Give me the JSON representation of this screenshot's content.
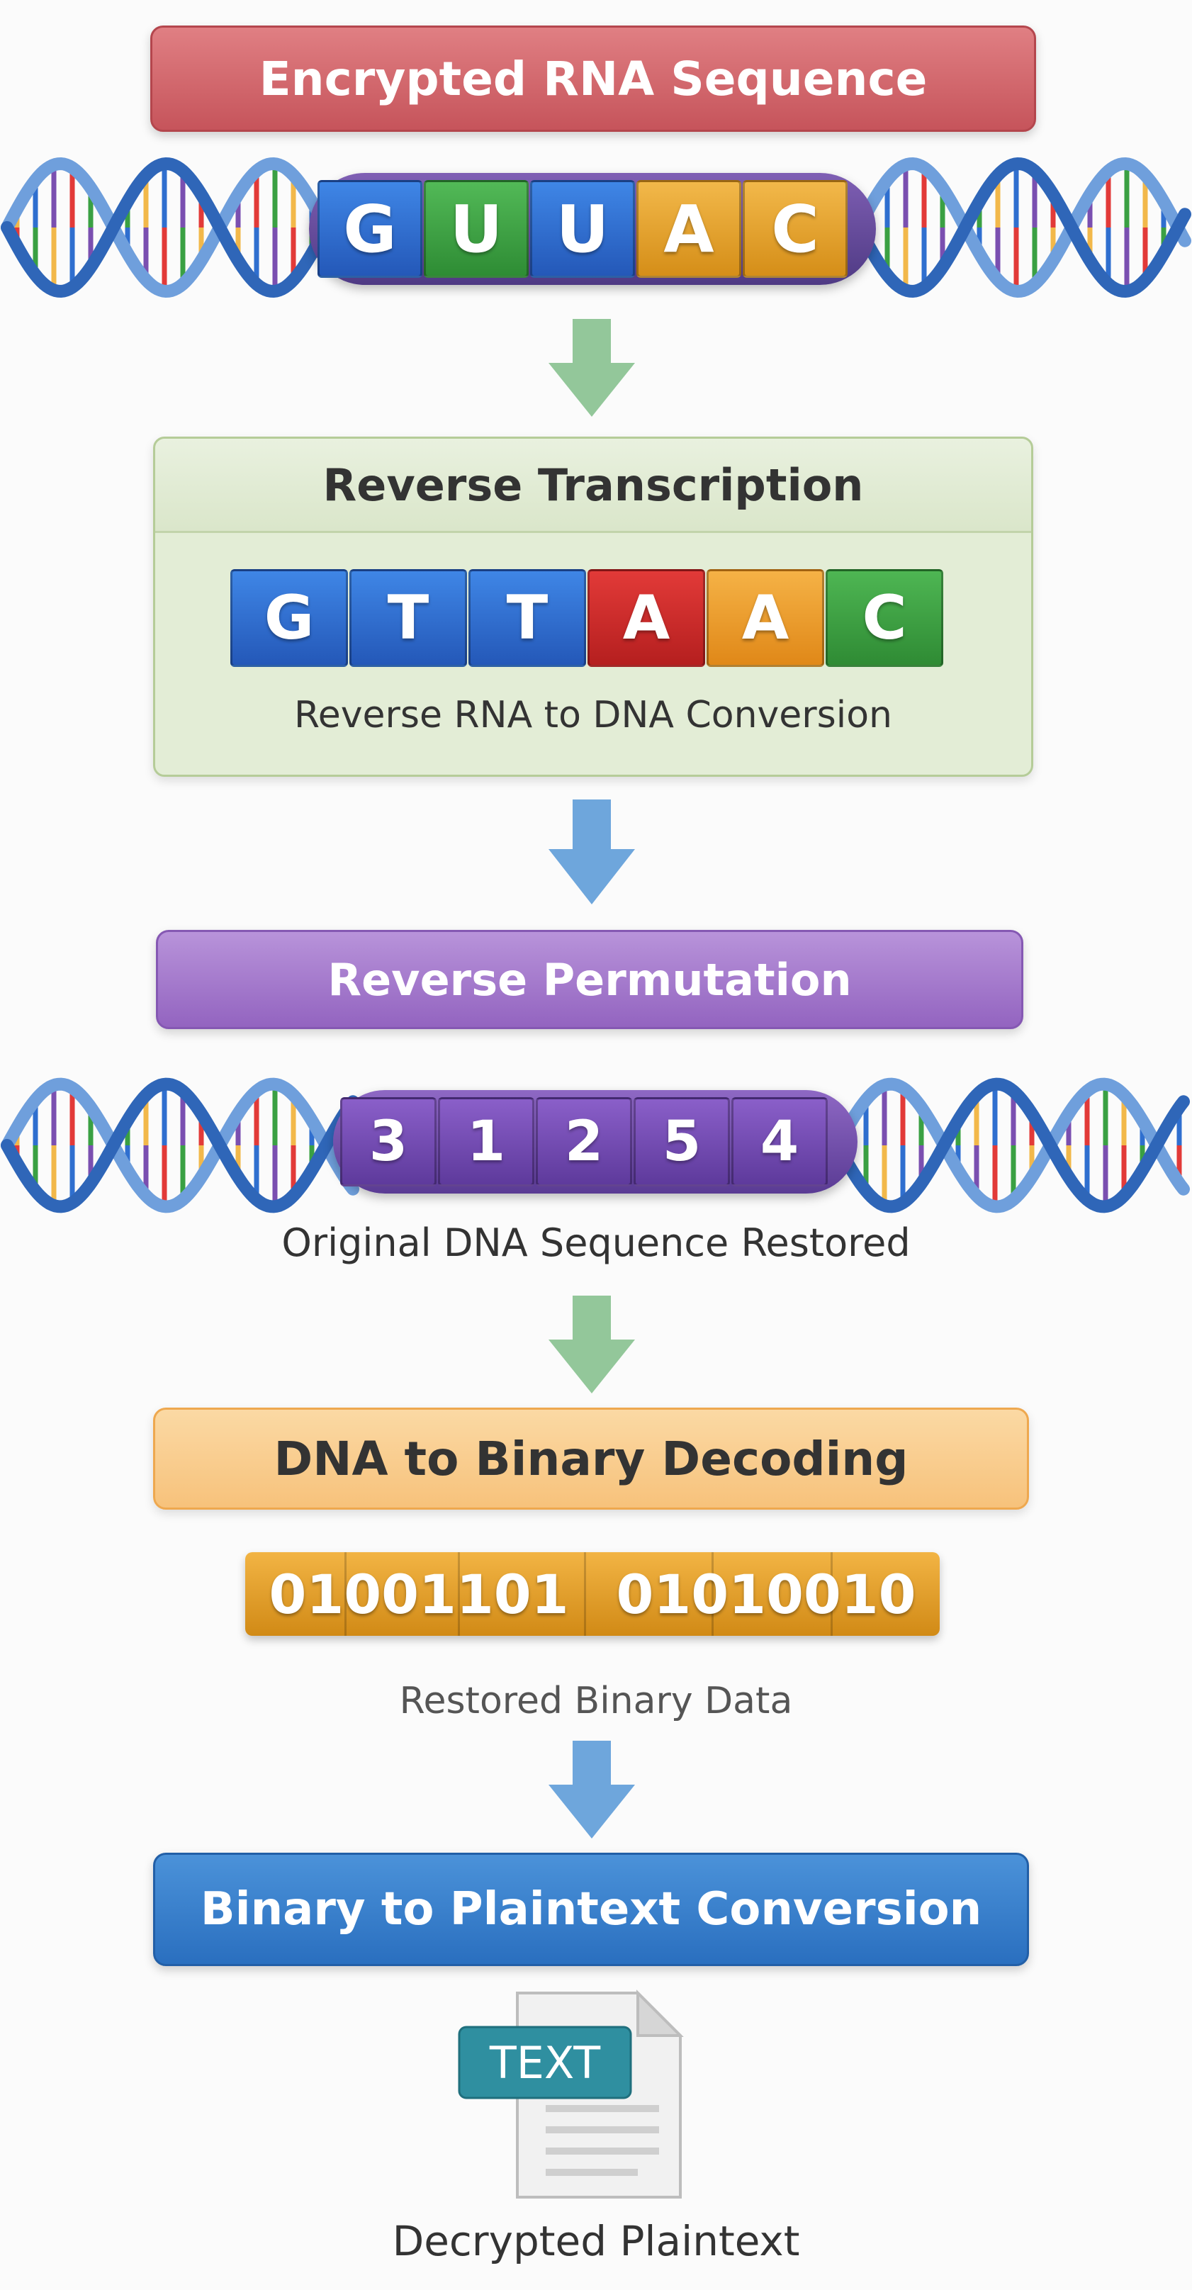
{
  "steps": {
    "rna": {
      "title": "Encrypted RNA Sequence",
      "bases": [
        "G",
        "U",
        "U",
        "A",
        "C"
      ]
    },
    "reverse_transcription": {
      "title": "Reverse Transcription",
      "bases": [
        "G",
        "T",
        "T",
        "A",
        "A",
        "C"
      ],
      "caption": "Reverse RNA to DNA Conversion"
    },
    "reverse_permutation": {
      "title": "Reverse Permutation",
      "order": [
        "3",
        "1",
        "2",
        "5",
        "4"
      ],
      "caption": "Original DNA Sequence Restored"
    },
    "dna_to_binary": {
      "title": "DNA to Binary Decoding",
      "bytes": [
        "01001101",
        "01010010"
      ],
      "caption": "Restored Binary Data"
    },
    "binary_to_plaintext": {
      "title": "Binary to Plaintext Conversion",
      "doc_label": "TEXT",
      "caption": "Decrypted Plaintext"
    }
  },
  "colors": {
    "G": "#2f6fcf",
    "U": "#3aa043",
    "T": "#2f6fcf",
    "A_rna": "#e7a426",
    "C_rna": "#e7a426",
    "A_dna": "#d22b2b",
    "A2_dna": "#ec9b27",
    "C_dna": "#3d9d3f",
    "permutation": "#6a3d9f",
    "binary": "#e2a126"
  },
  "icons": [
    "dna-helix-icon",
    "down-arrow-icon",
    "document-icon"
  ]
}
